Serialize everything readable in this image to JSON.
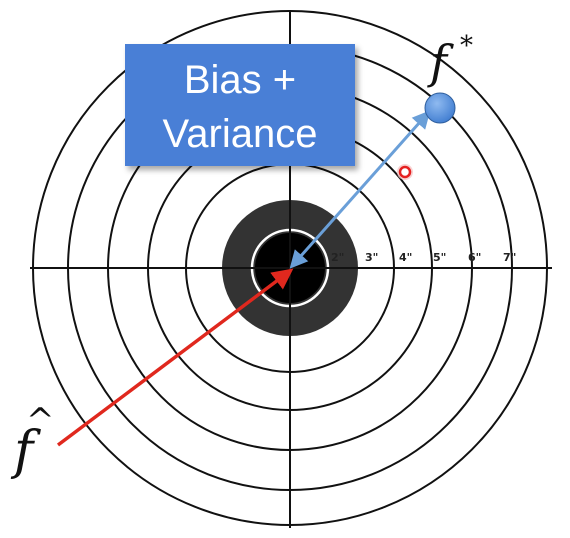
{
  "title_box": {
    "line1": "Bias +",
    "line2": "Variance",
    "fill_color": "#4a7fd6"
  },
  "ring_labels": [
    "2\"",
    "3\"",
    "4\"",
    "5\"",
    "6\"",
    "7\""
  ],
  "labels": {
    "f_star": "f",
    "f_star_superscript": "*",
    "f_hat": "f",
    "f_hat_accent": "^"
  },
  "colors": {
    "rings": "#111111",
    "bullseye_outer": "#333333",
    "bullseye_inner": "#000000",
    "arrow_variance": "#6a9fd8",
    "arrow_bias": "#e0281e",
    "f_star_point": "#5b95dc",
    "sample_point": "#e52020"
  }
}
